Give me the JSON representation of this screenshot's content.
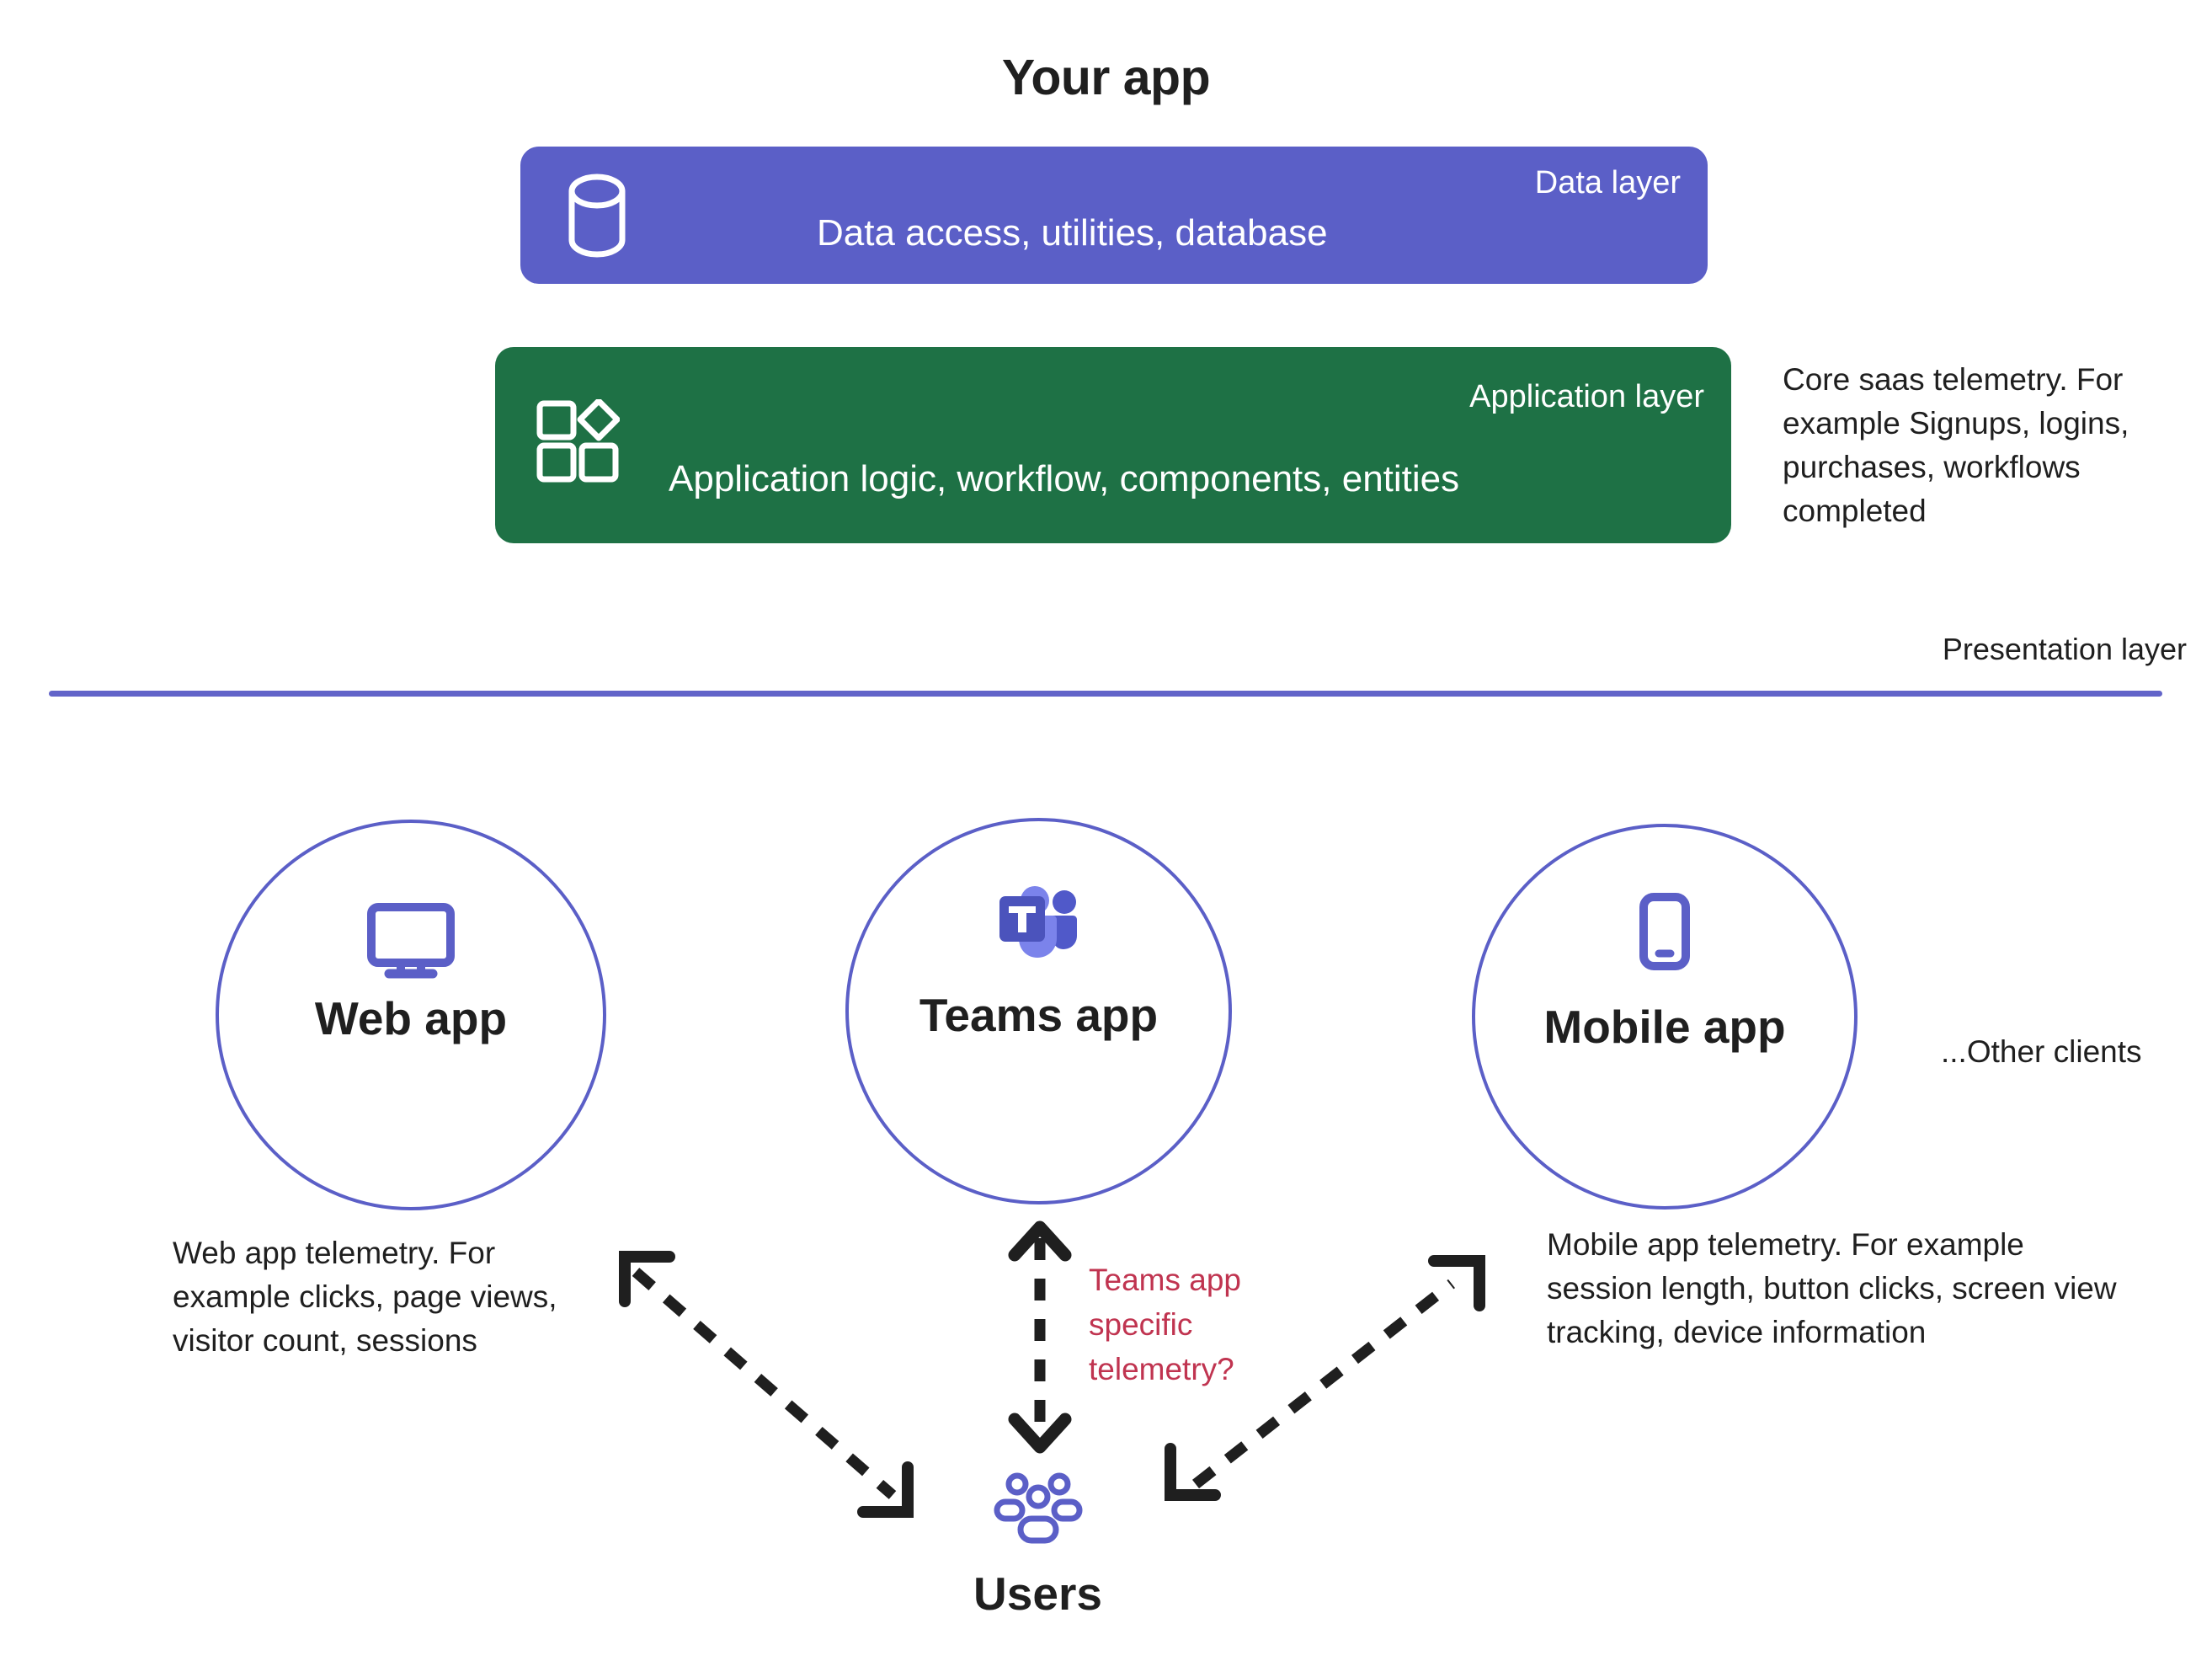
{
  "title": "Your app",
  "layers": [
    {
      "id": "data-layer",
      "name": "Data layer",
      "description": "Data access, utilities, database",
      "icon": "database-cylinder-icon",
      "color": "#5B5FC7"
    },
    {
      "id": "application-layer",
      "name": "Application layer",
      "description": "Application logic, workflow, components, entities",
      "icon": "app-components-icon",
      "color": "#1E7145"
    }
  ],
  "presentation_layer": {
    "label": "Presentation layer",
    "divider_color": "#6264C9"
  },
  "notes": {
    "core_telemetry": "Core saas telemetry. For example Signups, logins, purchases, workflows completed",
    "web_telemetry": "Web app telemetry. For example clicks, page views, visitor count, sessions",
    "mobile_telemetry": "Mobile app telemetry. For example session length, button clicks, screen view tracking, device information",
    "teams_telemetry_question": "Teams app specific telemetry?",
    "other_clients": "...Other clients"
  },
  "clients": [
    {
      "id": "web-app",
      "label": "Web app",
      "icon": "monitor-icon",
      "color": "#5B5FC7"
    },
    {
      "id": "teams-app",
      "label": "Teams app",
      "icon": "teams-logo-icon",
      "color": "#5B5FC7"
    },
    {
      "id": "mobile-app",
      "label": "Mobile app",
      "icon": "smartphone-icon",
      "color": "#5B5FC7"
    }
  ],
  "users": {
    "label": "Users",
    "icon": "people-group-icon",
    "color": "#5B5FC7"
  },
  "colors": {
    "brand_purple": "#5B5FC7",
    "brand_green": "#1E7145",
    "accent_red": "#C03450",
    "arrow_black": "#1f1f1f",
    "text": "#1f1f1f",
    "background": "#ffffff"
  },
  "connections": [
    {
      "id": "web-users-link",
      "from": "web-app",
      "to": "users",
      "style": "dashed-double-arrow"
    },
    {
      "id": "teams-users-link",
      "from": "teams-app",
      "to": "users",
      "style": "dashed-double-arrow"
    },
    {
      "id": "mobile-users-link",
      "from": "mobile-app",
      "to": "users",
      "style": "dashed-double-arrow"
    }
  ]
}
